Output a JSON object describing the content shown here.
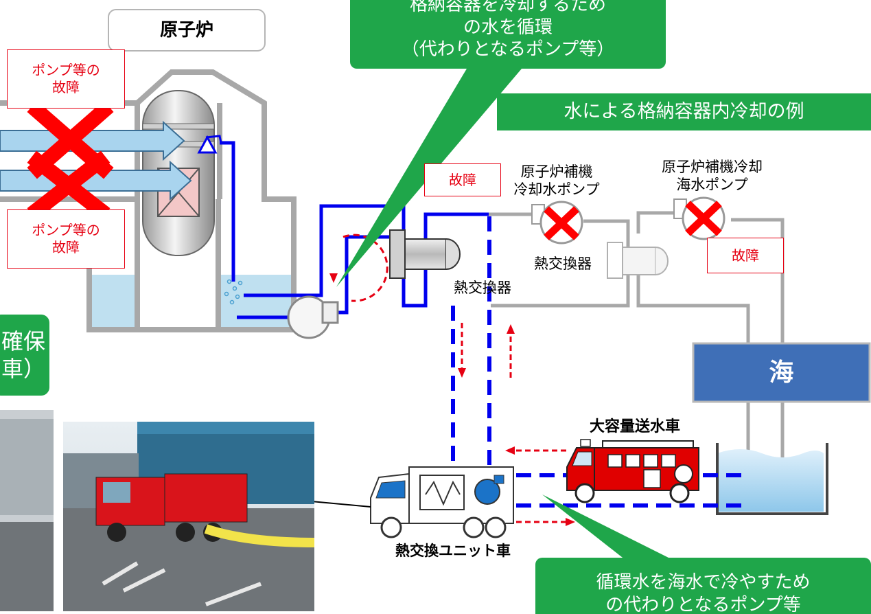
{
  "reactor_title": "原子炉",
  "pump_failure_top": "ポンプ等の\n故障",
  "pump_failure_bottom": "ポンプ等の\n故障",
  "callout_top": "格納容器を冷却するため\nの水を循環\n（代わりとなるポンプ等）",
  "example_banner": "水による格納容器内冷却の例",
  "failure_label_1": "故障",
  "failure_label_2": "故障",
  "aux_cooling_pump": "原子炉補機\n冷却水ポンプ",
  "aux_seawater_pump": "原子炉補機冷却\n海水ポンプ",
  "heat_exchanger_1": "熱交換器",
  "heat_exchanger_2": "熱交換器",
  "sea_label": "海",
  "pump_truck_label": "大容量送水車",
  "hx_unit_truck_label": "熱交換ユニット車",
  "left_partial_box": "確保\n車）",
  "callout_bottom": "循環水を海水で冷やすため\nの代わりとなるポンプ等",
  "colors": {
    "green": "#1fa64a",
    "red": "#e60012",
    "blue": "#0000ee",
    "sea": "#3f6fb7",
    "arrow": "#a9d4ee"
  }
}
